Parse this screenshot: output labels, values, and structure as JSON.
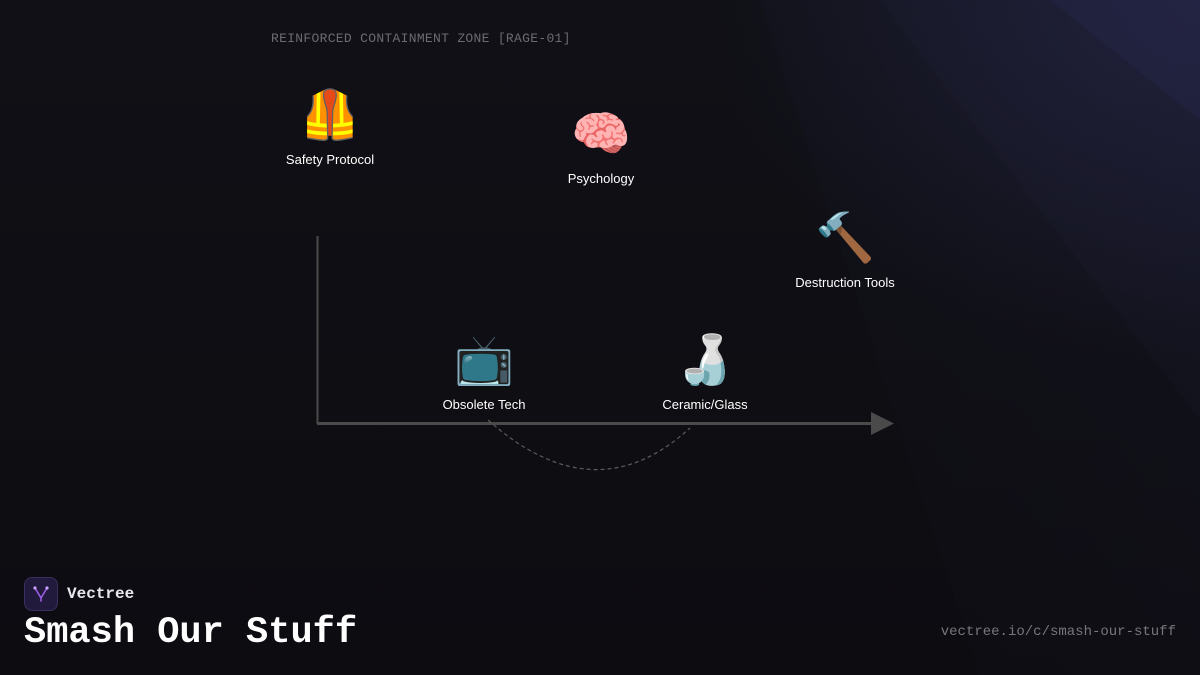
{
  "diagram": {
    "zone_label": "REINFORCED CONTAINMENT ZONE [RAGE-01]",
    "nodes": [
      {
        "id": "safety",
        "label": "Safety Protocol",
        "icon": "safety-vest-icon",
        "emoji": "🦺"
      },
      {
        "id": "psychology",
        "label": "Psychology",
        "icon": "brain-icon",
        "emoji": "🧠"
      },
      {
        "id": "tools",
        "label": "Destruction Tools",
        "icon": "hammer-icon",
        "emoji": "🔨"
      },
      {
        "id": "tech",
        "label": "Obsolete Tech",
        "icon": "television-icon",
        "emoji": "📺"
      },
      {
        "id": "ceramic",
        "label": "Ceramic/Glass",
        "icon": "sake-bottle-icon",
        "emoji": "🍶"
      }
    ]
  },
  "brand": {
    "name": "Vectree",
    "logo_icon": "vectree-logo-icon"
  },
  "footer": {
    "title": "Smash Our Stuff",
    "url": "vectree.io/c/smash-our-stuff"
  },
  "colors": {
    "background": "#0e0d12",
    "axis": "#4a4a4a",
    "text": "#ffffff",
    "muted": "#6c6b72",
    "accent": "#9b5de5"
  }
}
